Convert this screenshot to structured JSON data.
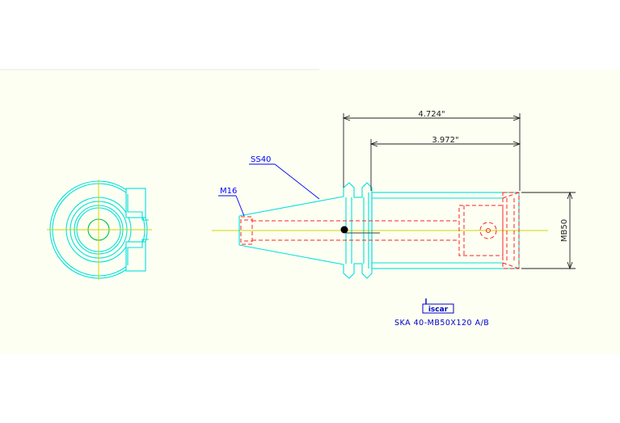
{
  "dimensions": {
    "overall_length": "4.724\"",
    "inner_length": "3.972\""
  },
  "labels": {
    "taper": "SS40",
    "thread": "M16",
    "body_diameter": "MB50"
  },
  "brand": {
    "logo_text": "iscar",
    "part_number": "SKA 40-MB50X120 A/B"
  },
  "colors": {
    "background": "#fcfff2",
    "outline": "#00e0e0",
    "hidden": "#ff2020",
    "dimension": "#202020",
    "leader": "#0000ff",
    "centerline": "#d4d400"
  }
}
